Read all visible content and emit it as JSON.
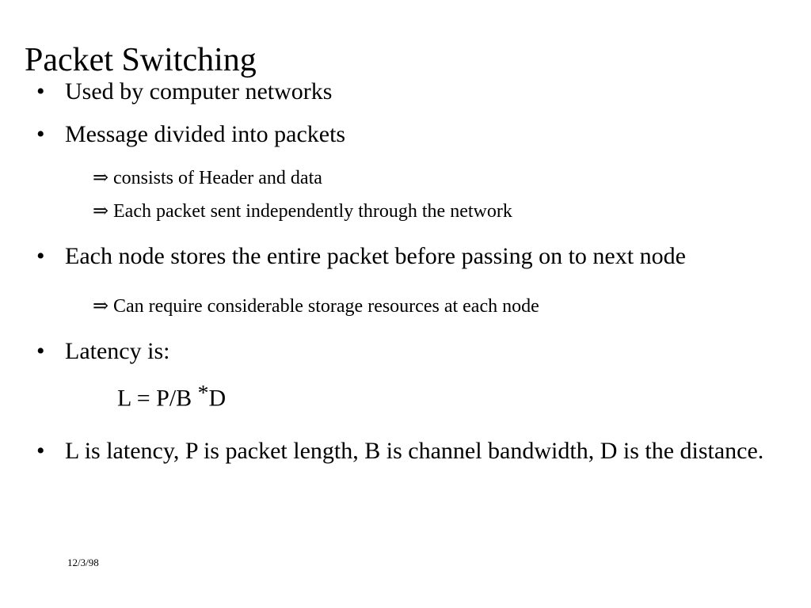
{
  "slide": {
    "title": "Packet Switching",
    "background_color": "#ffffff",
    "text_color": "#000000",
    "date_stamp": "12/3/98",
    "markers": {
      "level1": "•",
      "level2": "⇒"
    },
    "content": [
      {
        "level": 1,
        "text": "Used by computer networks"
      },
      {
        "level": 1,
        "text": "Message divided into packets"
      },
      {
        "level": 2,
        "text": "consists of Header and data"
      },
      {
        "level": 2,
        "text": "Each packet sent independently through the network"
      },
      {
        "level": 1,
        "text": "Each node stores the entire packet before passing on to next node"
      },
      {
        "level": 2,
        "text": "Can require considerable storage resources at each node"
      },
      {
        "level": 1,
        "text": "Latency is:"
      },
      {
        "level": "formula",
        "text_before_star": "L = P/B ",
        "star": "*",
        "text_after_star": "D"
      },
      {
        "level": 1,
        "text": "L is latency, P is packet length, B is channel bandwidth, D is the distance."
      }
    ]
  }
}
